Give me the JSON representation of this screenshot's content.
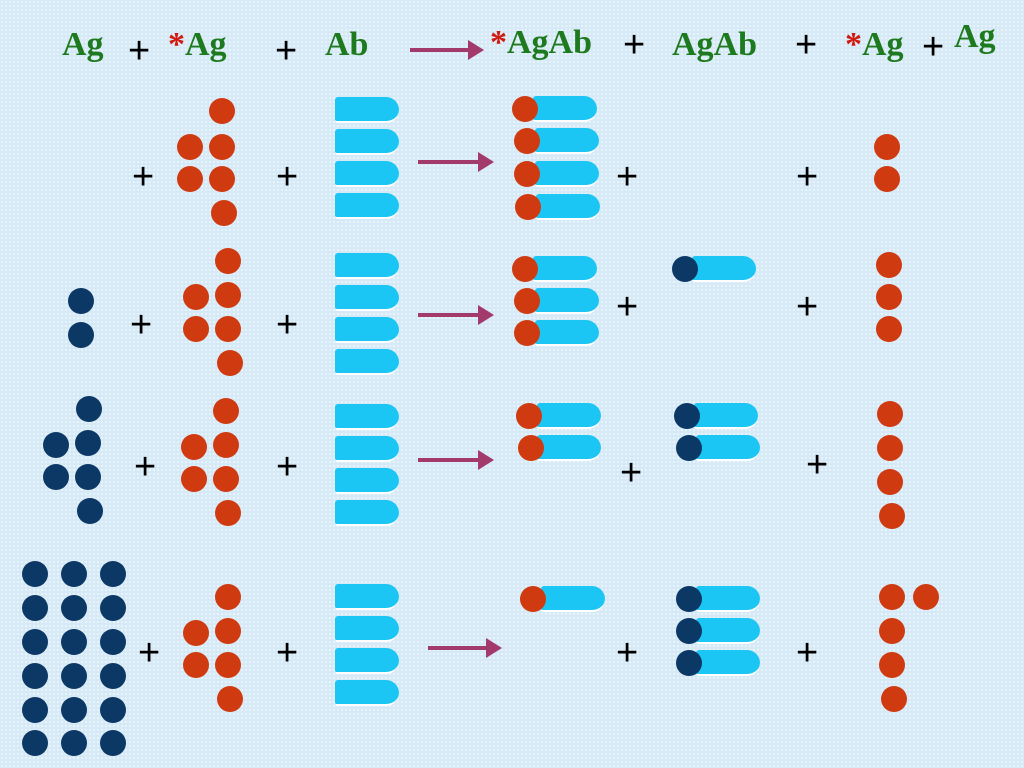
{
  "header": {
    "ag": "Ag",
    "star": "*",
    "ag_label": "Ag",
    "ab": "Ab",
    "agab_label": "AgAb",
    "agab_free": "AgAb",
    "ag_label2": "Ag",
    "ag_free": "Ag"
  },
  "operator": "+",
  "colors": {
    "background": "#d6e9f6",
    "header_text": "#1e7a1e",
    "star": "#d01a10",
    "unlabeled_antigen": "#0c3866",
    "labeled_antigen": "#d03a10",
    "antibody": "#1cc6f4",
    "arrow": "#a23a6c"
  },
  "rows": [
    {
      "unlabeled_antigen": 0,
      "labeled_antigen": 6,
      "antibody": 4,
      "bound_labeled": 4,
      "bound_unlabeled": 0,
      "free_labeled": 2
    },
    {
      "unlabeled_antigen": 2,
      "labeled_antigen": 6,
      "antibody": 4,
      "bound_labeled": 3,
      "bound_unlabeled": 1,
      "free_labeled": 3
    },
    {
      "unlabeled_antigen": 6,
      "labeled_antigen": 6,
      "antibody": 4,
      "bound_labeled": 2,
      "bound_unlabeled": 2,
      "free_labeled": 4
    },
    {
      "unlabeled_antigen": 18,
      "labeled_antigen": 6,
      "antibody": 4,
      "bound_labeled": 1,
      "bound_unlabeled": 3,
      "free_labeled": 5
    }
  ]
}
